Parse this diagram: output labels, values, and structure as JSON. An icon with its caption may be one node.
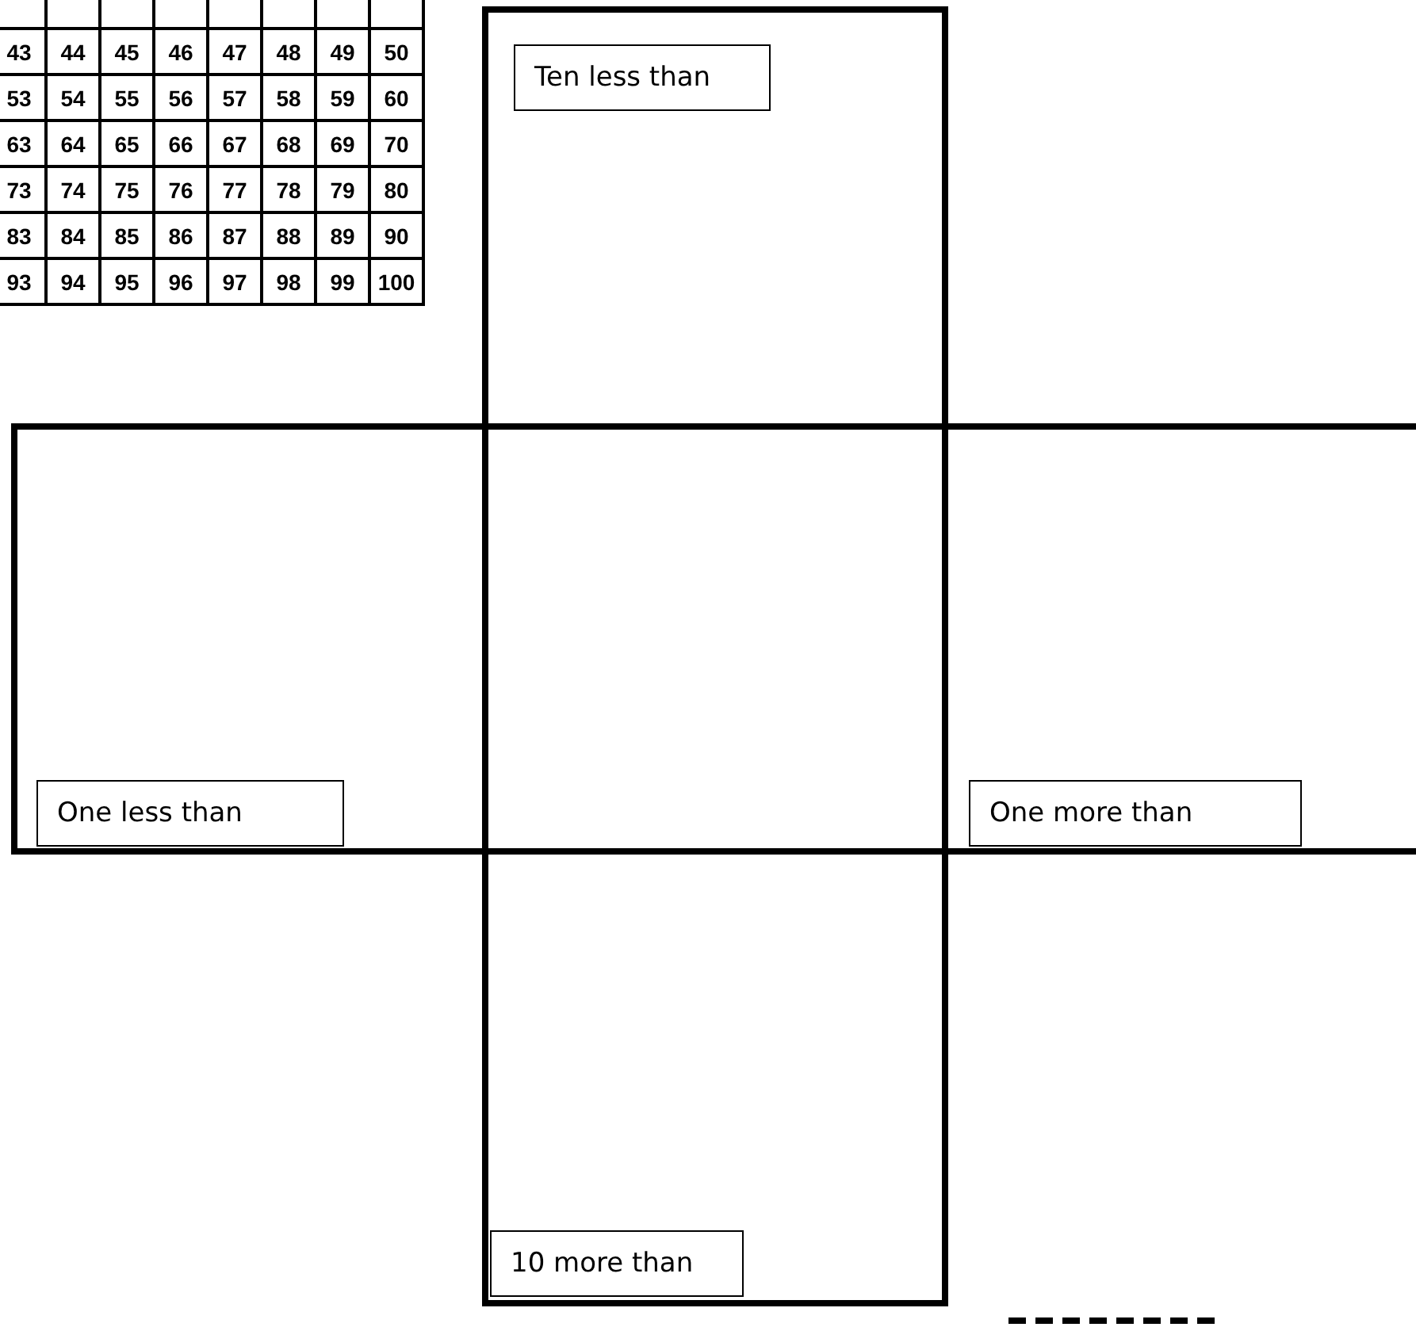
{
  "diagram": {
    "nodes": [
      {
        "text": [
          "Ten less than"
        ]
      },
      {
        "text": [
          "One less than"
        ]
      },
      {
        "text": [
          "One more than"
        ]
      },
      {
        "text": [
          "10 more than"
        ]
      }
    ],
    "labels": [
      "43",
      "44",
      "45",
      "46",
      "47",
      "48",
      "49",
      "50",
      "53",
      "54",
      "55",
      "56",
      "57",
      "58",
      "59",
      "60",
      "63",
      "64",
      "65",
      "66",
      "67",
      "68",
      "69",
      "70",
      "73",
      "74",
      "75",
      "76",
      "77",
      "78",
      "79",
      "80",
      "83",
      "84",
      "85",
      "86",
      "87",
      "88",
      "89",
      "90",
      "93",
      "94",
      "95",
      "96",
      "97",
      "98",
      "99",
      "100"
    ]
  }
}
